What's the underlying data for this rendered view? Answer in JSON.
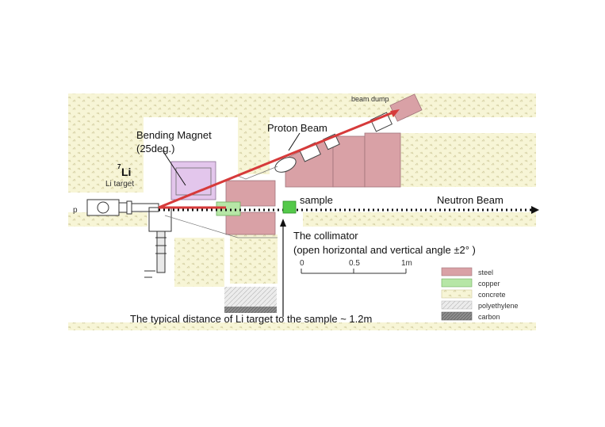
{
  "labels": {
    "beam_dump": "beam dump",
    "proton_beam": "Proton Beam",
    "bending_magnet_line1": "Bending Magnet",
    "bending_magnet_line2": "(25deg.)",
    "li_mass_number": "7",
    "li_symbol": "Li",
    "li_target": "Li target",
    "p": "p",
    "sample": "sample",
    "neutron_beam": "Neutron Beam",
    "collimator_line1": "The collimator",
    "collimator_line2": "(open horizontal and vertical angle ±2° )",
    "typical_distance": "The typical distance of Li target to the sample ~ 1.2m"
  },
  "scale_bar": {
    "ticks": [
      "0",
      "0.5",
      "1m"
    ]
  },
  "legend": {
    "items": [
      {
        "label": "steel",
        "color": "#d9a1a6"
      },
      {
        "label": "copper",
        "color": "#b6e6a6"
      },
      {
        "label": "concrete",
        "color": "#f7f5d6"
      },
      {
        "label": "polyethylene",
        "color": "#ececec"
      },
      {
        "label": "carbon",
        "color": "#8e8e8e"
      }
    ]
  },
  "colors": {
    "beam_red": "#d63a3a",
    "steel": "#d9a1a6",
    "copper": "#b6e6a6",
    "concrete": "#f7f5d6",
    "sample_green": "#54c94a",
    "magnet_purple": "#e3c6ec",
    "ink": "#111111"
  }
}
